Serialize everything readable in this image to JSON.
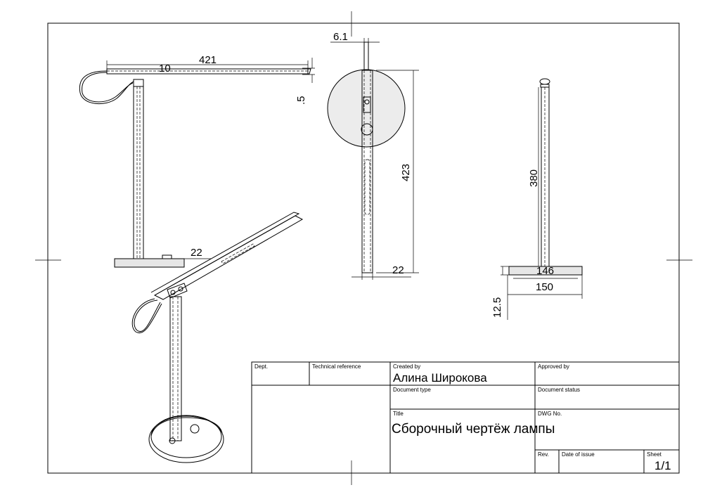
{
  "dimensions": {
    "top_len": "421",
    "top_len_small": "10",
    "side_offset": ".5",
    "arm_width": "6.1",
    "front_height": "423",
    "front_base": "22",
    "side_base_dim": "22",
    "right_height": "380",
    "right_base_inner": "146",
    "right_base": "150",
    "right_base_thick": "12.5"
  },
  "title_block": {
    "dept_label": "Dept.",
    "tech_ref_label": "Technical reference",
    "created_by_label": "Created by",
    "created_by_value": "Алина Широкова",
    "approved_by_label": "Approved by",
    "doc_type_label": "Document type",
    "doc_status_label": "Document status",
    "title_label": "Title",
    "title_value": "Сборочный чертёж лампы",
    "dwg_label": "DWG No.",
    "rev_label": "Rev.",
    "date_label": "Date of issue",
    "sheet_label": "Sheet",
    "sheet_value": "1/1"
  }
}
